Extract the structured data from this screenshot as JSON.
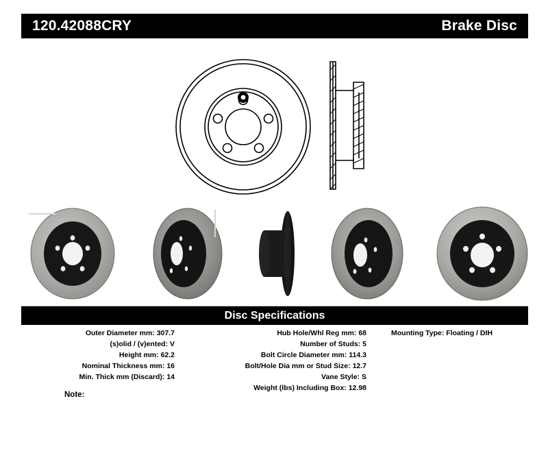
{
  "header": {
    "part_number": "120.42088CRY",
    "title": "Brake Disc"
  },
  "drawing": {
    "front_view_name": "rotor-front-view",
    "section_view_name": "rotor-cross-section"
  },
  "photos": [
    {
      "name": "rotor-photo-angled-left",
      "caption": ""
    },
    {
      "name": "rotor-photo-angled-left-dark",
      "caption": ""
    },
    {
      "name": "rotor-photo-edge-profile",
      "caption": ""
    },
    {
      "name": "rotor-photo-angled-right",
      "caption": ""
    },
    {
      "name": "rotor-photo-face-on",
      "caption": ""
    }
  ],
  "spec_panel": {
    "heading": "Disc Specifications",
    "left_column": [
      {
        "label": "Outer Diameter mm:",
        "value": "307.7"
      },
      {
        "label": "(s)olid / (v)ented:",
        "value": "V"
      },
      {
        "label": "Height mm:",
        "value": "62.2"
      },
      {
        "label": "Nominal Thickness mm:",
        "value": "16"
      },
      {
        "label": "Min. Thick mm (Discard):",
        "value": "14"
      }
    ],
    "middle_column": [
      {
        "label": "Hub Hole/Whl Reg mm:",
        "value": "68"
      },
      {
        "label": "Number of Studs:",
        "value": "5"
      },
      {
        "label": "Bolt Circle Diameter mm:",
        "value": "114.3"
      },
      {
        "label": "Bolt/Hole Dia mm or Stud Size:",
        "value": "12.7"
      },
      {
        "label": "Vane Style:",
        "value": "S"
      },
      {
        "label": "Weight (lbs) Including Box:",
        "value": "12.98"
      }
    ],
    "right_column": [
      {
        "label": "Mounting Type:",
        "value": "Floating / DIH"
      }
    ]
  },
  "note": {
    "label": "Note:",
    "value": ""
  },
  "colors": {
    "bar_background": "#000000",
    "bar_text": "#ffffff",
    "page_background": "#ffffff",
    "rule": "#b9b9b9"
  }
}
